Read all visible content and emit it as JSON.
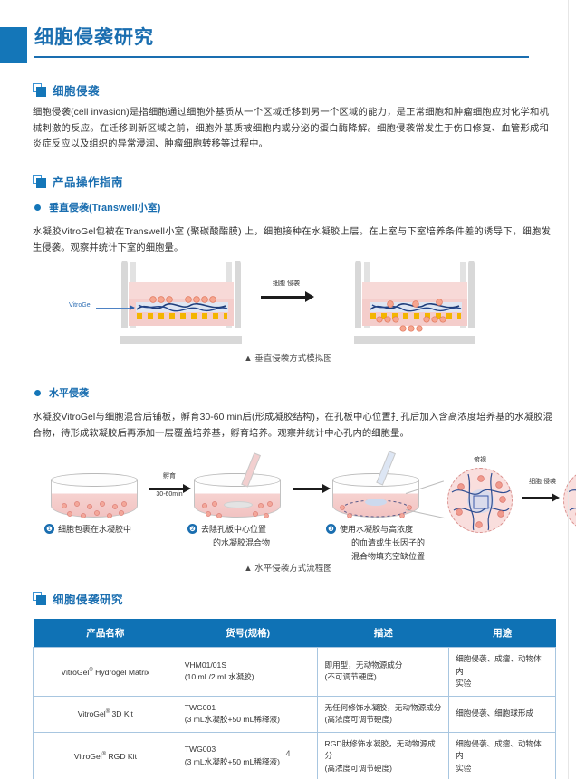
{
  "document": {
    "title": "细胞侵袭研究",
    "page_number": "4"
  },
  "sections": [
    {
      "heading": "细胞侵袭",
      "body": "细胞侵袭(cell invasion)是指细胞通过细胞外基质从一个区域迁移到另一个区域的能力，是正常细胞和肿瘤细胞应对化学和机械刺激的反应。在迁移到新区域之前，细胞外基质被细胞内或分泌的蛋白酶降解。细胞侵袭常发生于伤口修复、血管形成和炎症反应以及组织的异常浸润、肿瘤细胞转移等过程中。"
    },
    {
      "heading": "产品操作指南"
    },
    {
      "heading": "细胞侵袭研究"
    }
  ],
  "vertical_invasion": {
    "bullet_title": "垂直侵袭(Transwell小室)",
    "body": "水凝胶VitroGel包被在Transwell小室 (聚碳酸酯膜) 上，细胞接种在水凝胶上层。在上室与下室培养条件差的诱导下，细胞发生侵袭。观察并统计下室的细胞量。",
    "gel_label": "VitroGel",
    "arrow_label": "细胞 侵袭",
    "caption": "▲ 垂直侵袭方式模拟图"
  },
  "horizontal_invasion": {
    "bullet_title": "水平侵袭",
    "body": "水凝胶VitroGel与细胞混合后铺板，孵育30-60 min后(形成凝胶结构)，在孔板中心位置打孔后加入含高浓度培养基的水凝胶混合物，待形成软凝胶后再添加一层覆盖培养基，孵育培养。观察并统计中心孔内的细胞量。",
    "incubate_label_top": "孵育",
    "incubate_label_bottom": "30-60min",
    "topview_label": "俯视",
    "arrow_label": "细胞 侵袭",
    "caption": "▲ 水平侵袭方式流程图",
    "steps": [
      {
        "num": "❶",
        "line1": "细胞包裹在水凝胶中",
        "line2": "",
        "line3": ""
      },
      {
        "num": "❷",
        "line1": "去除孔板中心位置",
        "line2": "的水凝胶混合物",
        "line3": ""
      },
      {
        "num": "❸",
        "line1": "使用水凝胶与高浓度",
        "line2": "的血清或生长因子的",
        "line3": "混合物填充空缺位置"
      }
    ]
  },
  "table": {
    "headers": [
      "产品名称",
      "货号(规格)",
      "描述",
      "用途"
    ],
    "rows": [
      {
        "name": "VitroGel",
        "name_sup": "®",
        "name_rest": " Hydrogel Matrix",
        "code_line1": "VHM01/01S",
        "code_line2": "(10 mL/2 mL水凝胶)",
        "desc_line1": "即用型，无动物源成分",
        "desc_line2": "(不可调节硬度)",
        "use_line1": "细胞侵袭、成瘤、动物体内",
        "use_line2": "实验"
      },
      {
        "name": "VitroGel",
        "name_sup": "®",
        "name_rest": " 3D Kit",
        "code_line1": "TWG001",
        "code_line2": "(3 mL水凝胶+50 mL稀释液)",
        "desc_line1": "无任何修饰水凝胶，无动物源成分",
        "desc_line2": "(高浓度可调节硬度)",
        "use_line1": "细胞侵袭、细胞球形成",
        "use_line2": ""
      },
      {
        "name": "VitroGel",
        "name_sup": "®",
        "name_rest": " RGD Kit",
        "code_line1": "TWG003",
        "code_line2": "(3 mL水凝胶+50 mL稀释液)",
        "desc_line1": "RGD肽修饰水凝胶，无动物源成分",
        "desc_line2": "(高浓度可调节硬度)",
        "use_line1": "细胞侵袭、成瘤、动物体内",
        "use_line2": "实验"
      }
    ]
  },
  "colors": {
    "brand_blue": "#1476b8",
    "title_blue": "#1a6eb0",
    "table_header": "#0f72b5",
    "media_pink": "#f4cdcb",
    "gel_blue": "#dfe6f2"
  }
}
